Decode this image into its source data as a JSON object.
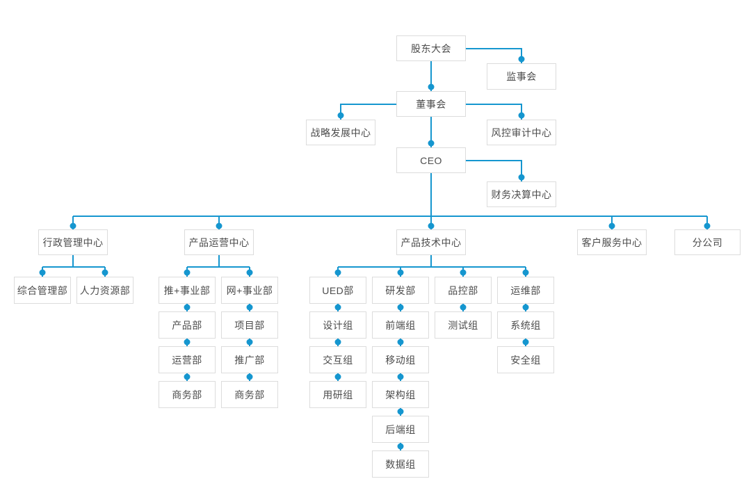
{
  "org_chart": {
    "type": "org-tree-diagram",
    "colors": {
      "accent": "#1596cf",
      "node_border": "#dcdcdc",
      "node_background": "#ffffff",
      "node_text": "#4c4c4c",
      "canvas_background": "#ffffff"
    },
    "nodes": [
      {
        "id": "shareholders-meeting",
        "label": "股东大会",
        "parent": null
      },
      {
        "id": "supervisory-board",
        "label": "监事会",
        "parent": "shareholders-meeting"
      },
      {
        "id": "board-of-directors",
        "label": "董事会",
        "parent": "shareholders-meeting"
      },
      {
        "id": "strategy-development-center",
        "label": "战略发展中心",
        "parent": "board-of-directors"
      },
      {
        "id": "risk-audit-center",
        "label": "风控审计中心",
        "parent": "board-of-directors"
      },
      {
        "id": "ceo",
        "label": "CEO",
        "parent": "board-of-directors"
      },
      {
        "id": "finance-settlement-center",
        "label": "财务决算中心",
        "parent": "ceo"
      },
      {
        "id": "admin-management-center",
        "label": "行政管理中心",
        "parent": "ceo"
      },
      {
        "id": "general-management-dept",
        "label": "综合管理部",
        "parent": "admin-management-center"
      },
      {
        "id": "human-resources-dept",
        "label": "人力资源部",
        "parent": "admin-management-center"
      },
      {
        "id": "product-operation-center",
        "label": "产品运营中心",
        "parent": "ceo"
      },
      {
        "id": "tui-plus-business-dept",
        "label": "推+事业部",
        "parent": "product-operation-center"
      },
      {
        "id": "product-dept",
        "label": "产品部",
        "parent": "tui-plus-business-dept"
      },
      {
        "id": "operation-dept",
        "label": "运营部",
        "parent": "product-dept"
      },
      {
        "id": "business-dept-tui",
        "label": "商务部",
        "parent": "operation-dept"
      },
      {
        "id": "wang-plus-business-dept",
        "label": "网+事业部",
        "parent": "product-operation-center"
      },
      {
        "id": "project-dept",
        "label": "项目部",
        "parent": "wang-plus-business-dept"
      },
      {
        "id": "promotion-dept",
        "label": "推广部",
        "parent": "project-dept"
      },
      {
        "id": "business-dept-wang",
        "label": "商务部",
        "parent": "promotion-dept"
      },
      {
        "id": "product-technology-center",
        "label": "产品技术中心",
        "parent": "ceo"
      },
      {
        "id": "ued-dept",
        "label": "UED部",
        "parent": "product-technology-center"
      },
      {
        "id": "design-team",
        "label": "设计组",
        "parent": "ued-dept"
      },
      {
        "id": "interaction-team",
        "label": "交互组",
        "parent": "design-team"
      },
      {
        "id": "user-research-team",
        "label": "用研组",
        "parent": "interaction-team"
      },
      {
        "id": "rd-dept",
        "label": "研发部",
        "parent": "product-technology-center"
      },
      {
        "id": "frontend-team",
        "label": "前端组",
        "parent": "rd-dept"
      },
      {
        "id": "mobile-team",
        "label": "移动组",
        "parent": "frontend-team"
      },
      {
        "id": "architecture-team",
        "label": "架构组",
        "parent": "mobile-team"
      },
      {
        "id": "backend-team",
        "label": "后端组",
        "parent": "architecture-team"
      },
      {
        "id": "data-team",
        "label": "数据组",
        "parent": "backend-team"
      },
      {
        "id": "quality-control-dept",
        "label": "品控部",
        "parent": "product-technology-center"
      },
      {
        "id": "testing-team",
        "label": "测试组",
        "parent": "quality-control-dept"
      },
      {
        "id": "operations-maintenance-dept",
        "label": "运维部",
        "parent": "product-technology-center"
      },
      {
        "id": "system-team",
        "label": "系统组",
        "parent": "operations-maintenance-dept"
      },
      {
        "id": "security-team",
        "label": "安全组",
        "parent": "system-team"
      },
      {
        "id": "customer-service-center",
        "label": "客户服务中心",
        "parent": "ceo"
      },
      {
        "id": "branch-company",
        "label": "分公司",
        "parent": "ceo"
      }
    ]
  }
}
